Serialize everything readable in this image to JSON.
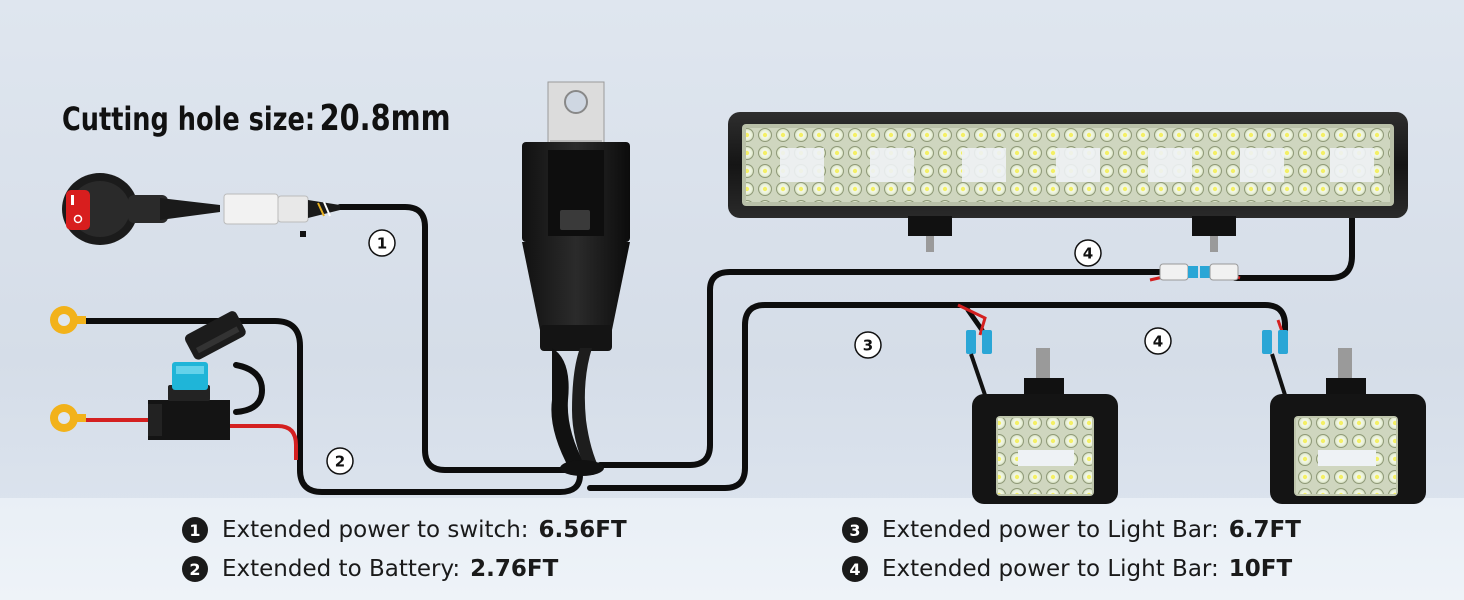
{
  "heading": {
    "label": "Cutting hole size:",
    "value": "20.8mm"
  },
  "diagram_callouts": [
    "1",
    "2",
    "3",
    "4",
    "4",
    "4"
  ],
  "legend": [
    {
      "num": "1",
      "text": "Extended power to switch:",
      "value": "6.56FT"
    },
    {
      "num": "2",
      "text": "Extended to Battery:",
      "value": "2.76FT"
    },
    {
      "num": "3",
      "text": "Extended power to Light Bar:",
      "value": "6.7FT"
    },
    {
      "num": "4",
      "text": "Extended power to Light Bar:",
      "value": "10FT"
    }
  ],
  "colors": {
    "wire": "#0d0d0d",
    "red_wire": "#d42020",
    "ring_terminal": "#f2b21a",
    "fuse": "#1fb5d8",
    "rocker_switch": "#d81e1e"
  },
  "icons": [
    "rocker-switch-icon",
    "connector-plug-icon",
    "ring-terminal-icon",
    "fuse-holder-icon",
    "relay-icon",
    "led-light-bar-icon",
    "led-pod-light-icon"
  ]
}
